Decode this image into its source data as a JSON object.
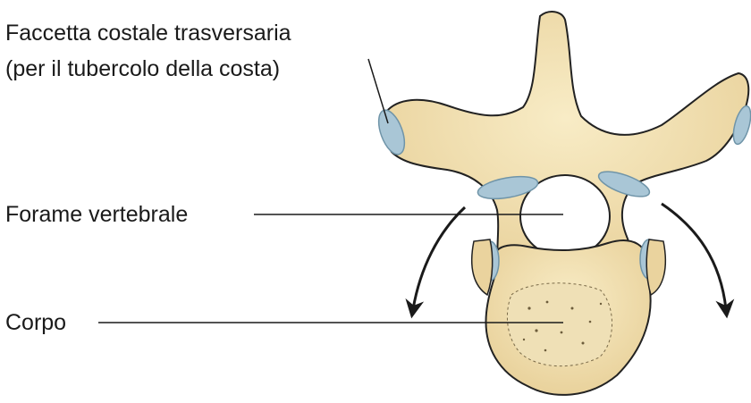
{
  "labels": {
    "faccetta_line1": "Faccetta costale trasversaria",
    "faccetta_line2": "(per il tubercolo della costa)",
    "forame": "Forame vertebrale",
    "corpo": "Corpo"
  },
  "colors": {
    "bone": "#f3e2b4",
    "bone_shadow": "#dcc48c",
    "outline": "#222222",
    "facet": "#a9c6d6",
    "facet_edge": "#6f94a8",
    "leader": "#1a1a1a"
  }
}
